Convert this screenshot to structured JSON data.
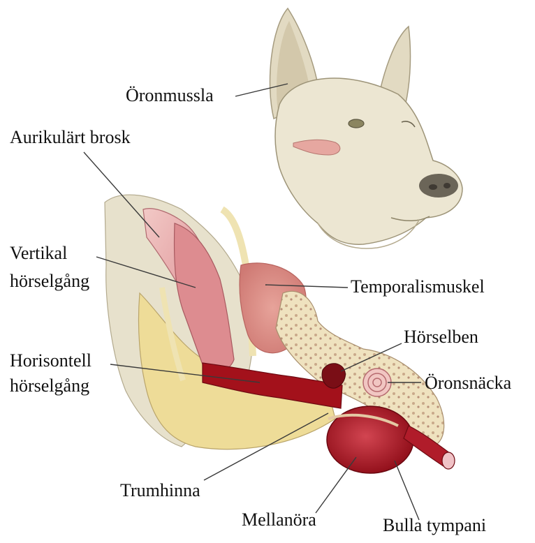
{
  "labels": {
    "oronmussla": "Öronmussla",
    "aurikulart_brosk": "Aurikulärt brosk",
    "vertikal_1": "Vertikal",
    "vertikal_2": "hörselgång",
    "temporalismuskel": "Temporalismuskel",
    "horselben": "Hörselben",
    "horisontell_1": "Horisontell",
    "horisontell_2": "hörselgång",
    "oronsnacka": "Öronsnäcka",
    "trumhinna": "Trumhinna",
    "mellanora": "Mellanöra",
    "bulla_tympani": "Bulla tympani"
  },
  "colors": {
    "skin": "#e9e3d0",
    "fur_shadow": "#c9c0a4",
    "canal_pink": "#d9868a",
    "canal_light": "#eab3b3",
    "fat_yellow": "#eedc98",
    "bone": "#efe2bf",
    "muscle": "#d88a84",
    "blood_red": "#a3111b",
    "leader_line": "#3a3a3a"
  }
}
